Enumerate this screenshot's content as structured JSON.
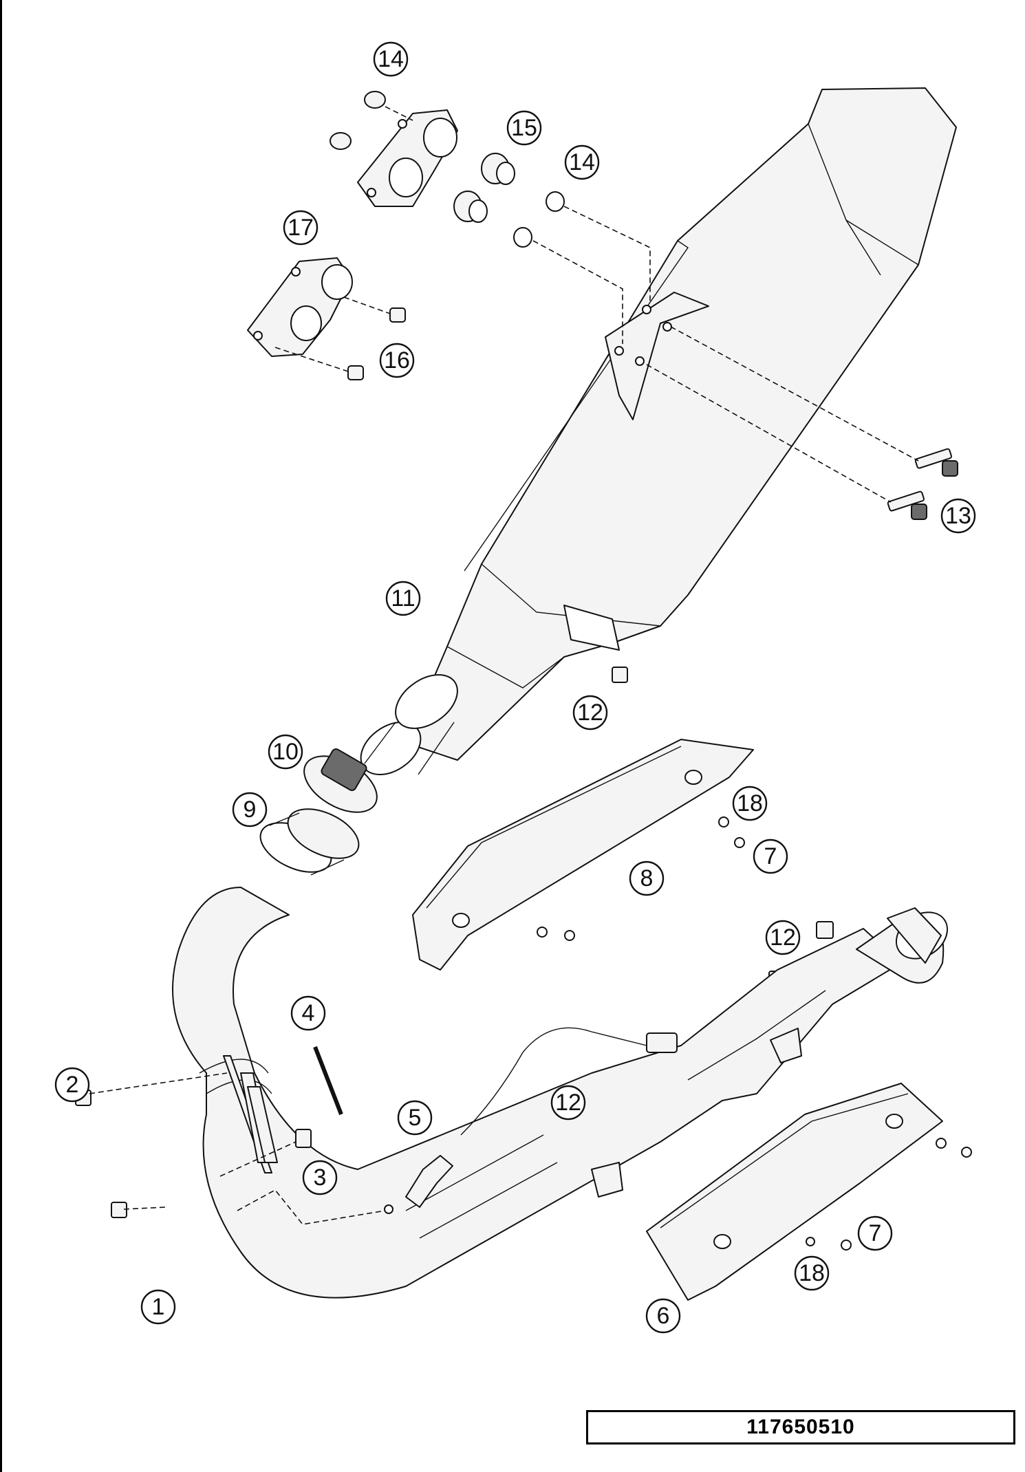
{
  "diagram": {
    "reference_number": "117650510",
    "callouts": [
      {
        "id": "c14a",
        "label": "14"
      },
      {
        "id": "c15",
        "label": "15"
      },
      {
        "id": "c14b",
        "label": "14"
      },
      {
        "id": "c17",
        "label": "17"
      },
      {
        "id": "c16",
        "label": "16"
      },
      {
        "id": "c13",
        "label": "13"
      },
      {
        "id": "c11",
        "label": "11"
      },
      {
        "id": "c12a",
        "label": "12"
      },
      {
        "id": "c10",
        "label": "10"
      },
      {
        "id": "c9",
        "label": "9"
      },
      {
        "id": "c18a",
        "label": "18"
      },
      {
        "id": "c7a",
        "label": "7"
      },
      {
        "id": "c8",
        "label": "8"
      },
      {
        "id": "c12b",
        "label": "12"
      },
      {
        "id": "c4",
        "label": "4"
      },
      {
        "id": "c2",
        "label": "2"
      },
      {
        "id": "c5",
        "label": "5"
      },
      {
        "id": "c12c",
        "label": "12"
      },
      {
        "id": "c3",
        "label": "3"
      },
      {
        "id": "c1",
        "label": "1"
      },
      {
        "id": "c7b",
        "label": "7"
      },
      {
        "id": "c18b",
        "label": "18"
      },
      {
        "id": "c6",
        "label": "6"
      }
    ]
  }
}
